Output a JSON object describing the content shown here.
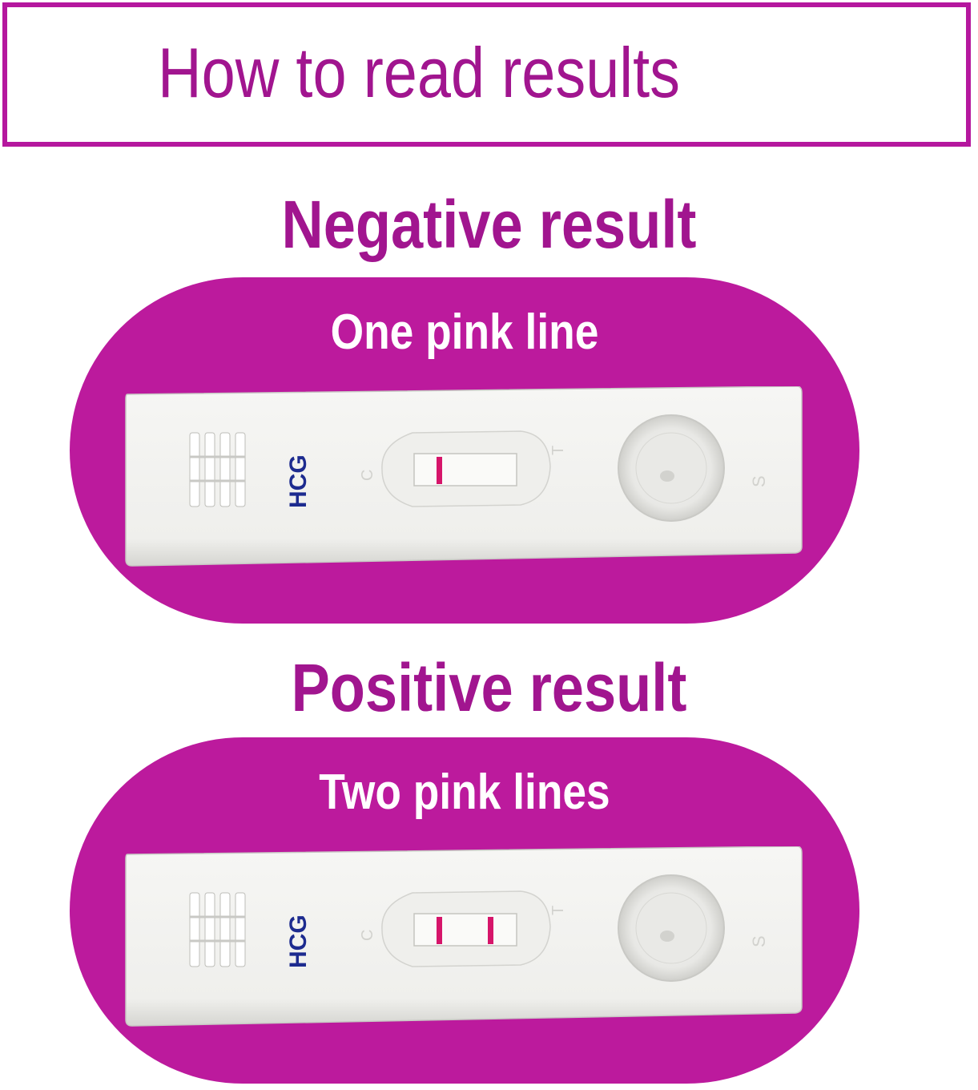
{
  "header": {
    "title": "How to read results"
  },
  "negative": {
    "title": "Negative result",
    "label": "One pink line"
  },
  "positive": {
    "title": "Positive result",
    "label": "Two pink lines"
  },
  "strip": {
    "brand": "HCG",
    "control_mark": "C",
    "test_mark": "T",
    "sample_mark": "S"
  },
  "colors": {
    "accent": "#bc1a9d",
    "heading": "#a1158f",
    "line": "#d6156a",
    "strip_text": "#1d2b8f"
  }
}
